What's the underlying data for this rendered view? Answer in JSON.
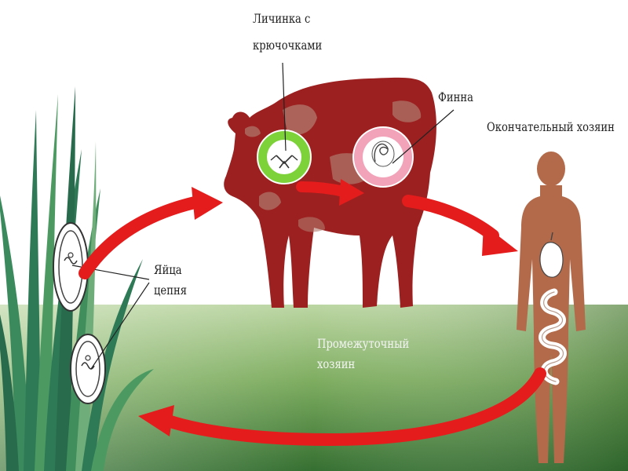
{
  "labels": {
    "larva_line1": "Личинка с",
    "larva_line2": "крючочками",
    "finna": "Финна",
    "final_host": "Окончательный хозяин",
    "eggs_line1": "Яйца",
    "eggs_line2": "цепня",
    "intermediate_line1": "Промежуточный",
    "intermediate_line2": "хозяин"
  },
  "colors": {
    "background_top": "#ffffff",
    "ground_light": "#a9c78f",
    "ground_dark": "#2f6b2c",
    "cow": "#9c2020",
    "cow_patch": "#b07a6e",
    "human": "#b26a4a",
    "arrow": "#e51c1c",
    "larva_ring": "#7dd23a",
    "finna_ring": "#f2a3b9",
    "grass": "#2f7a56"
  },
  "icons": [
    "grass",
    "egg",
    "cow",
    "larva",
    "finna",
    "human",
    "intestine",
    "stomach",
    "arrow"
  ]
}
